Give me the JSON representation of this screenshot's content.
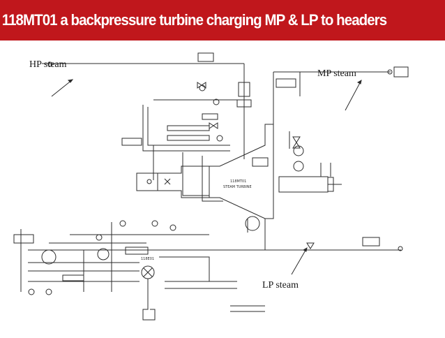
{
  "title": "118MT01 a backpressure turbine charging MP & LP to headers",
  "labels": {
    "hp": "HP steam",
    "mp": "MP steam",
    "lp": "LP steam"
  },
  "diagram": {
    "turbine_tag": "118MT01",
    "turbine_name": "STEAM TURBINE",
    "condenser_tag": "118E01"
  },
  "colors": {
    "title_bg": "#c0171c",
    "title_text": "#ffffff",
    "line": "#2b2b2b"
  }
}
